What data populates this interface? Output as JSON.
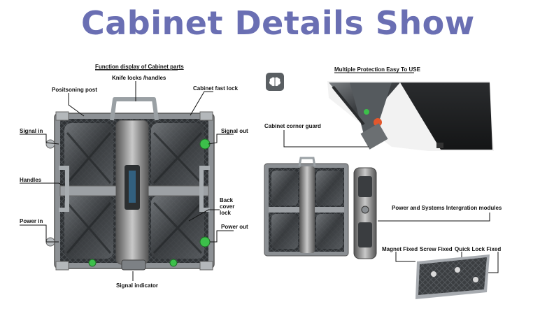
{
  "page": {
    "title": "Cabinet Details Show"
  },
  "left_panel": {
    "header": "Function display of Cabinet parts",
    "labels": {
      "knife_locks": "Knife locks /handles",
      "positioning_post": "Positsoning post",
      "cabinet_fast_lock": "Cabinet fast lock",
      "signal_in": "Signal in",
      "signal_out": "Signal out",
      "handles": "Handles",
      "back_cover_lock": "Back cover lock",
      "power_in": "Power in",
      "power_out": "Power out",
      "signal_indicator": "Signal indicator"
    }
  },
  "right_panel": {
    "labels": {
      "multiple_protection": "Multiple Protection Easy To USE",
      "corner_guard": "Cabinet corner guard",
      "modules": "Power and Systems Intergration modules",
      "magnet_fixed": "Magnet Fixed",
      "screw_fixed": "Screw Fixed",
      "quick_lock_fixed": "Quick Lock Fixed"
    },
    "icon": "brain-icon"
  },
  "colors": {
    "title": "#6a6fb3",
    "metal_dark": "#3c3f42",
    "metal_mid": "#6b6f72",
    "accent_green": "#3cc04a"
  }
}
